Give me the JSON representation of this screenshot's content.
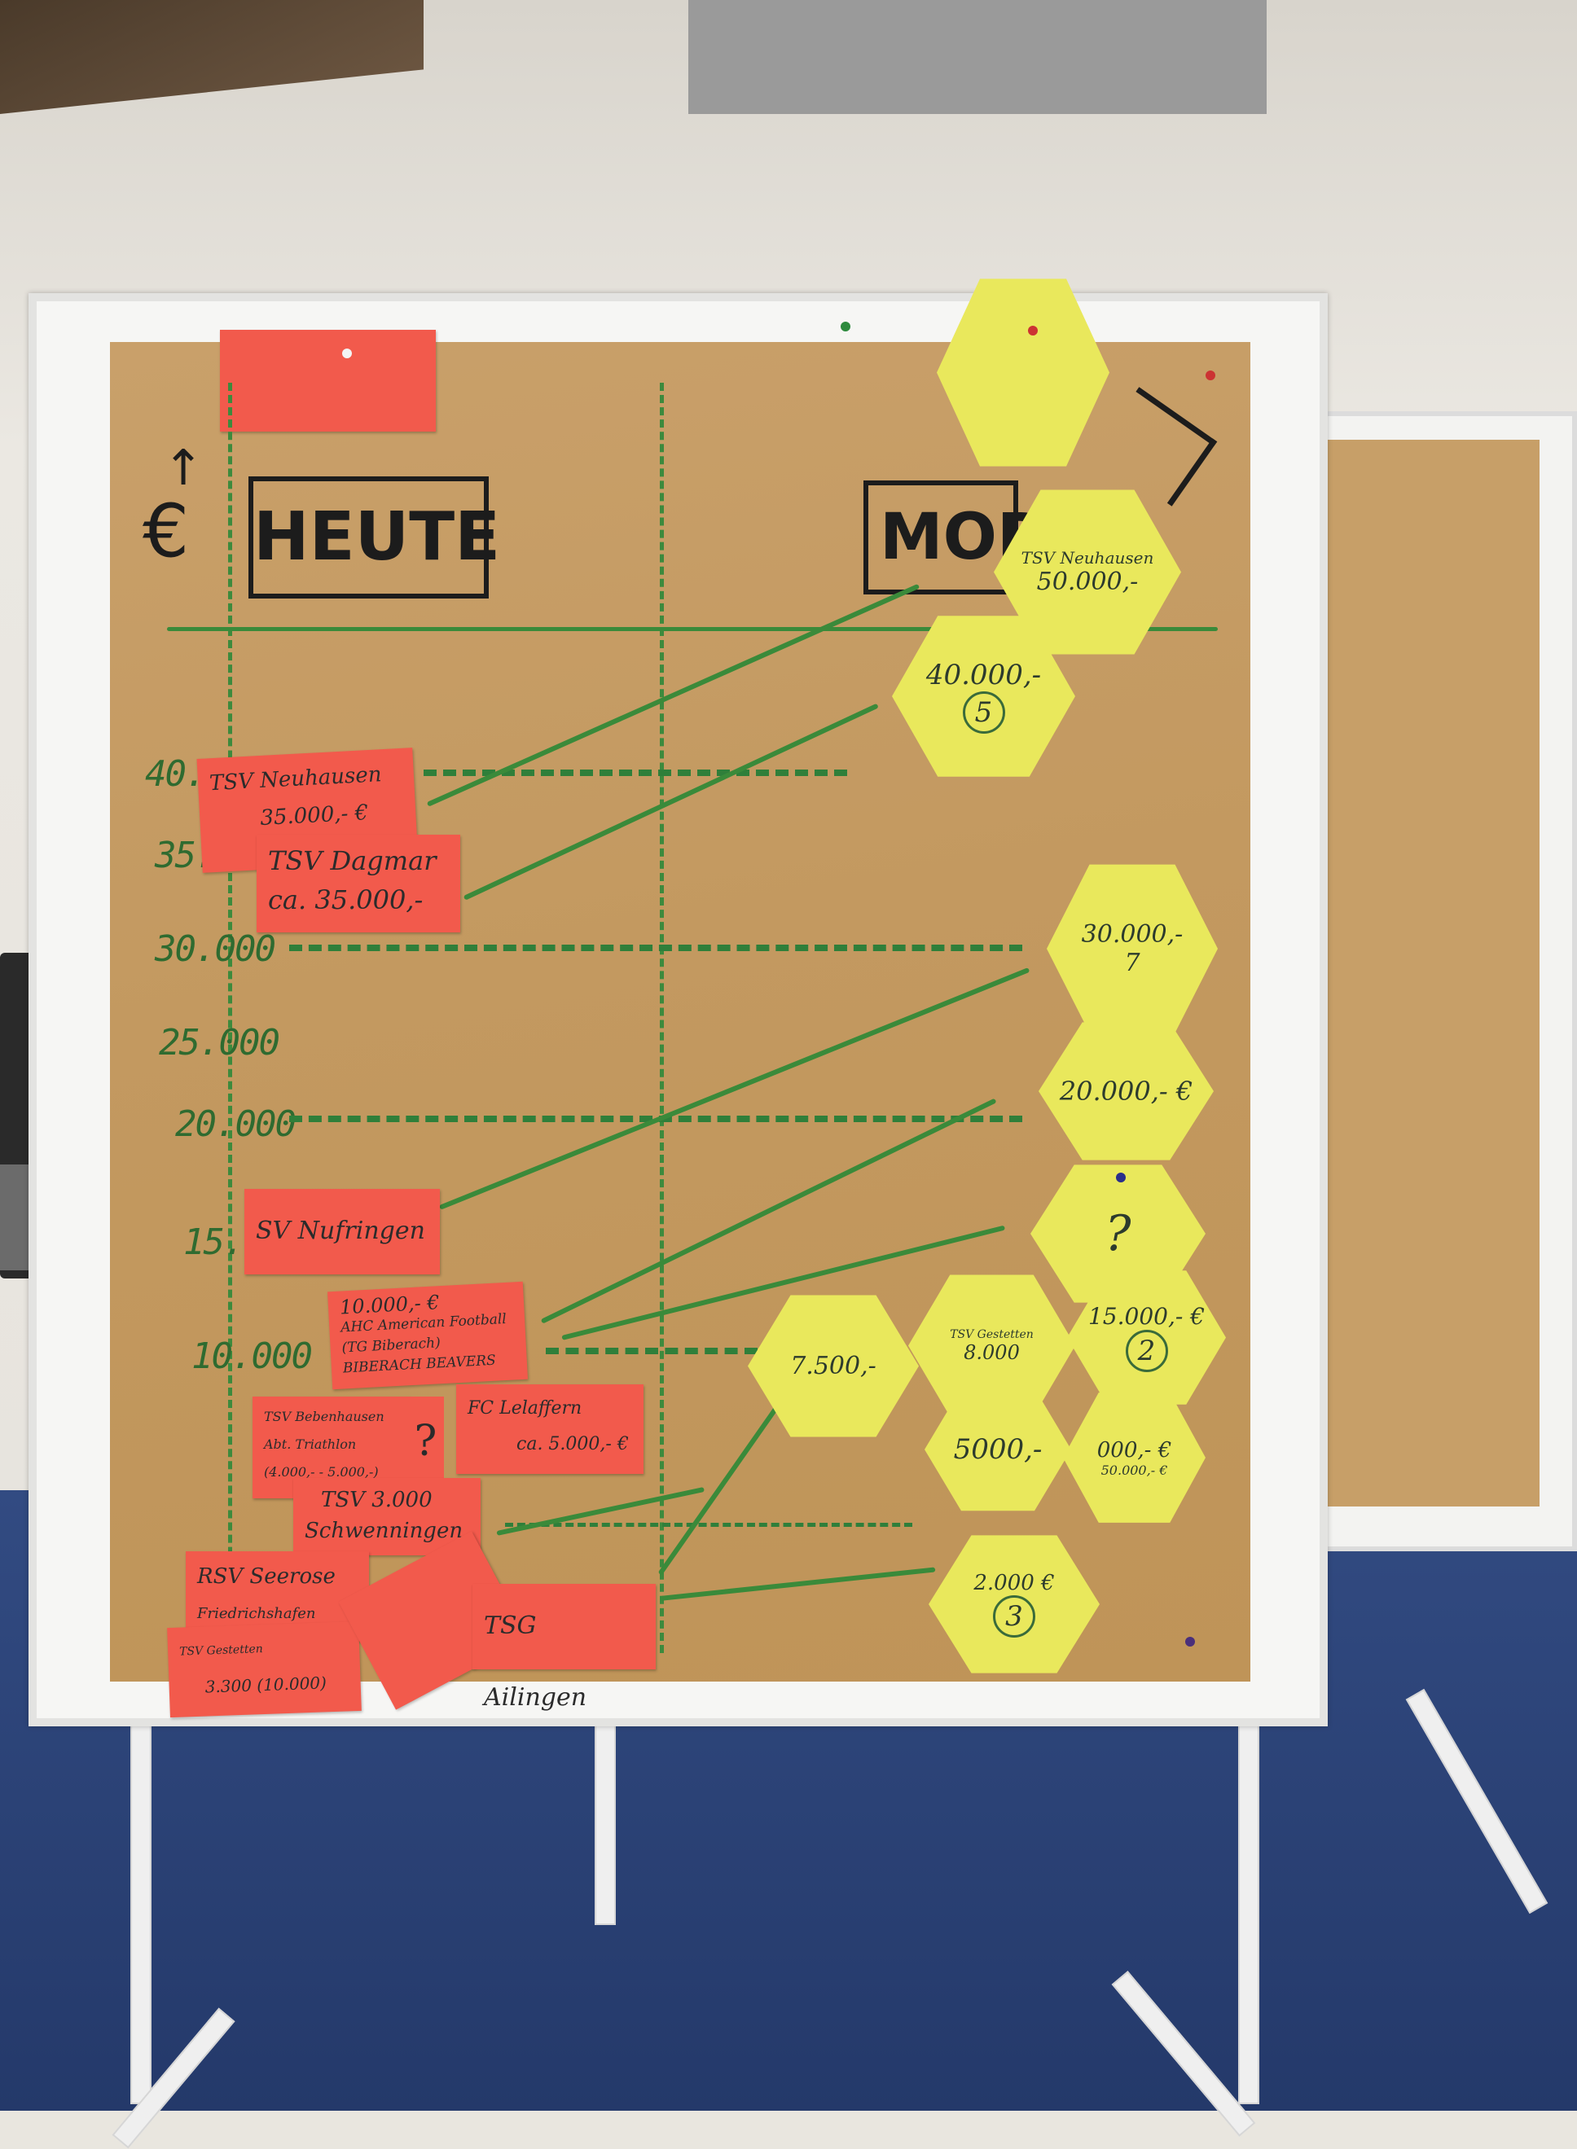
{
  "board": {
    "label_currency": "€",
    "heading_left": "HEUTE",
    "heading_right": "MOR",
    "axis_ticks": [
      "40.000",
      "35.0",
      "30.000",
      "25.000",
      "20.000",
      "15.0",
      "10.000"
    ]
  },
  "red_cards": [
    {
      "lines": [
        "TSV Neuhausen",
        "35.000,- €"
      ]
    },
    {
      "lines": [
        "TSV Dagmar",
        "ca. 35.000,-"
      ]
    },
    {
      "lines": [
        "SV Nufringen"
      ]
    },
    {
      "lines": [
        "10.000,- €",
        "AHC American Football",
        "(TG Biberach)",
        "BIBERACH BEAVERS"
      ]
    },
    {
      "lines": [
        "TSV Bebenhausen",
        "Abt. Triathlon",
        "(4.000,- - 5.000,-)"
      ]
    },
    {
      "lines": [
        "FC Lelaffern",
        "ca. 5.000,- €"
      ]
    },
    {
      "lines": [
        "TSV 3.000",
        "Schwenningen"
      ]
    },
    {
      "lines": [
        "RSV Seerose",
        "Friedrichshafen"
      ]
    },
    {
      "lines": [
        "TSV Gestetten",
        "3.300 (10.000)"
      ]
    },
    {
      "lines": [
        "TSG Ailingen"
      ]
    }
  ],
  "hexagons": [
    {
      "lines": [
        "TSV Neuhausen",
        "50.000,-"
      ]
    },
    {
      "lines": [
        "40.000,-",
        "5"
      ]
    },
    {
      "lines": [
        "30.000,-",
        "7"
      ]
    },
    {
      "lines": [
        "20.000,- €"
      ]
    },
    {
      "lines": [
        "?"
      ]
    },
    {
      "lines": [
        "15.000,- €",
        "2"
      ]
    },
    {
      "lines": [
        "TSV Gestetten",
        "8.000"
      ]
    },
    {
      "lines": [
        "7.500,-"
      ]
    },
    {
      "lines": [
        "5000,-"
      ]
    },
    {
      "lines": [
        "000,- €",
        "50.000,- €"
      ]
    },
    {
      "lines": [
        "2.000 €",
        "3"
      ]
    }
  ]
}
